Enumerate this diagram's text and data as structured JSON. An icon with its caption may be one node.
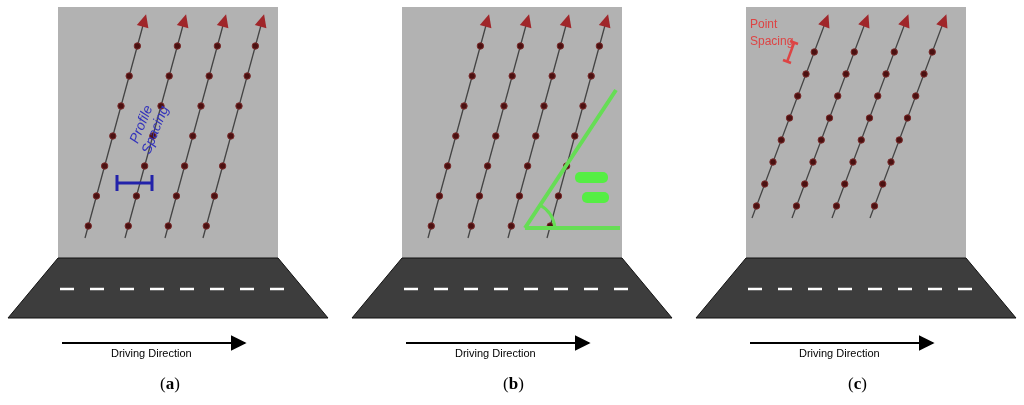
{
  "diagram": {
    "labels": [
      "Profile Spacing",
      "Driving Direction",
      "(**a**)",
      "Driving Direction",
      "(**b**)",
      "Point Spacing",
      "Driving Direction",
      "(**c**)"
    ]
  }
}
